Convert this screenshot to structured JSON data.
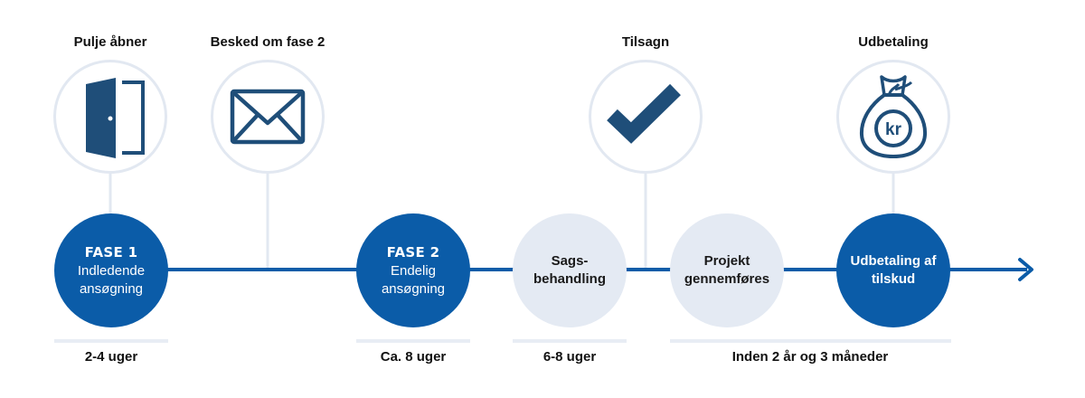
{
  "colors": {
    "primary": "#0b5ca8",
    "icon": "#1f4e79",
    "light": "#e4eaf3",
    "connector": "#e2e8f1",
    "underline": "#e8edf4"
  },
  "milestones": [
    {
      "label": "Pulje åbner",
      "icon": "door-icon"
    },
    {
      "label": "Besked om fase 2",
      "icon": "envelope-icon"
    },
    {
      "label": "Tilsagn",
      "icon": "checkmark-icon"
    },
    {
      "label": "Udbetaling",
      "icon": "money-bag-icon",
      "icon_text": "kr"
    }
  ],
  "stages": [
    {
      "title": "FASE 1",
      "text": "Indledende\nansøgning"
    },
    {
      "title": "FASE 2",
      "text": "Endelig\nansøgning"
    },
    {
      "title": "",
      "text": "Sags-\nbehandling"
    },
    {
      "title": "",
      "text": "Projekt\ngennemføres"
    },
    {
      "title": "",
      "text": "Udbetaling af\ntilskud"
    }
  ],
  "durations": [
    {
      "label": "2-4 uger"
    },
    {
      "label": "Ca. 8 uger"
    },
    {
      "label": "6-8 uger"
    },
    {
      "label": "Inden 2 år og 3 måneder"
    }
  ]
}
